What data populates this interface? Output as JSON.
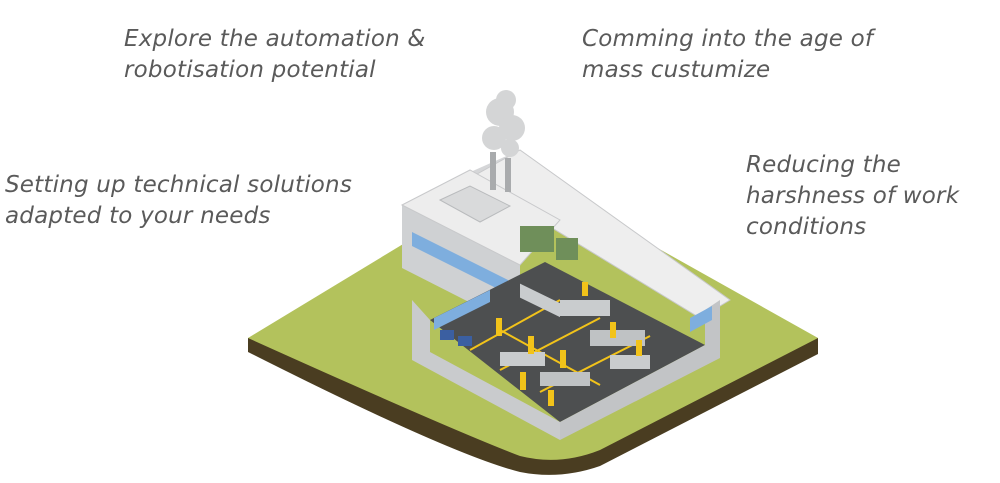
{
  "captions": {
    "top_left": {
      "lines": [
        "Explore the automation &",
        "robotisation potential"
      ]
    },
    "top_right": {
      "lines": [
        "Comming into the age of",
        "mass custumize"
      ]
    },
    "left": {
      "lines": [
        "Setting up technical solutions",
        "adapted to your needs"
      ]
    },
    "right": {
      "lines": [
        "Reducing the",
        "harshness of work",
        "conditions"
      ]
    }
  },
  "colors": {
    "grass": "#b3c25c",
    "ground_side": "#4a3d21",
    "wall": "#d9dadb",
    "roof": "#efefef",
    "floor": "#4d4f50",
    "accent_yellow": "#f2c31a",
    "window": "#7eaede",
    "machine": "#c9ccce"
  }
}
